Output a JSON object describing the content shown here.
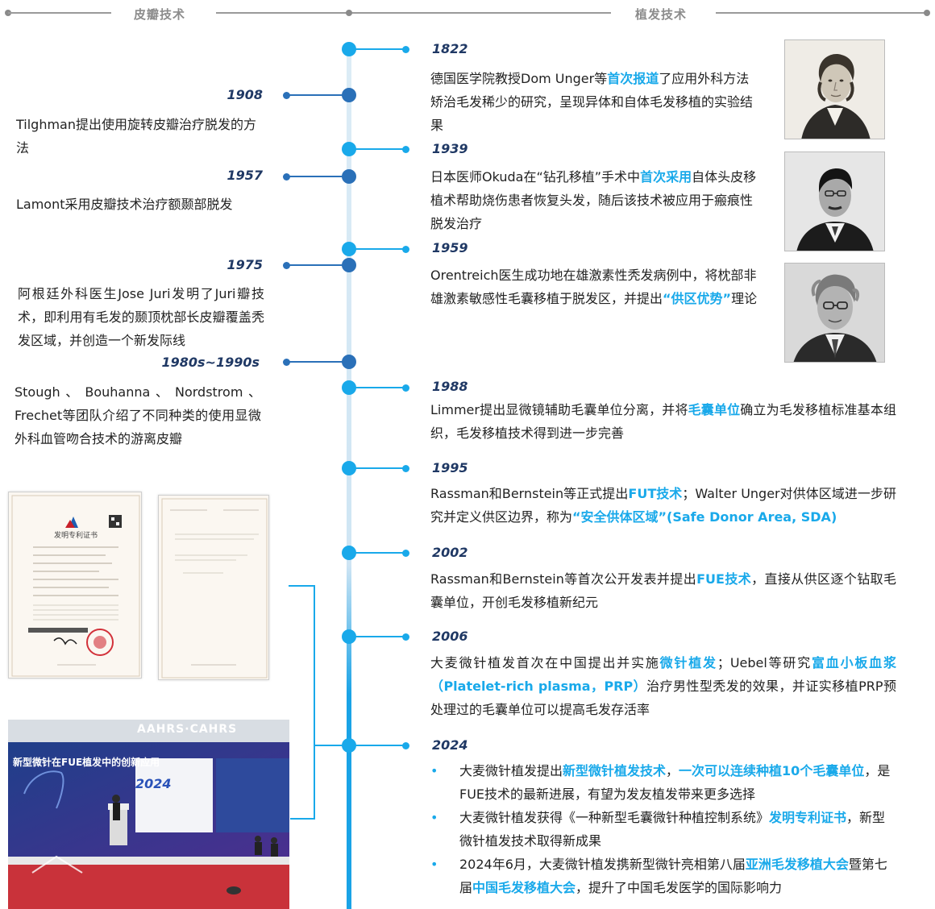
{
  "header": {
    "left_title": "皮瓣技术",
    "right_title": "植发技术"
  },
  "left_timeline": [
    {
      "year": "1908",
      "text": "Tilghman提出使用旋转皮瓣治疗脱发的方法"
    },
    {
      "year": "1957",
      "text": "Lamont采用皮瓣技术治疗额颞部脱发"
    },
    {
      "year": "1975",
      "text": "阿根廷外科医生Jose Juri发明了Juri瓣技术，即利用有毛发的颞顶枕部长皮瓣覆盖秃发区域，并创造一个新发际线"
    },
    {
      "year": "1980s~1990s",
      "text": "Stough 、 Bouhanna 、 Nordstrom 、 Frechet等团队介绍了不同种类的使用显微外科血管吻合技术的游离皮瓣"
    }
  ],
  "right_timeline": {
    "e1822": {
      "year": "1822",
      "t1": "德国医学院教授Dom Unger等",
      "h1": "首次报道",
      "t2": "了应用外科方法矫治毛发稀少的研究，呈现异体和自体毛发移植的实验结果"
    },
    "e1939": {
      "year": "1939",
      "t1": "日本医师Okuda在“钻孔移植”手术中",
      "h1": "首次采用",
      "t2": "自体头皮移植术帮助烧伤患者恢复头发，随后该技术被应用于瘢痕性脱发治疗"
    },
    "e1959": {
      "year": "1959",
      "t1": "Orentreich医生成功地在雄激素性秃发病例中，将枕部非雄激素敏感性毛囊移植于脱发区，并提出",
      "h1": "“供区优势”",
      "t2": "理论"
    },
    "e1988": {
      "year": "1988",
      "t1": "Limmer提出显微镜辅助毛囊单位分离，并将",
      "h1": "毛囊单位",
      "t2": "确立为毛发移植标准基本组织，毛发移植技术得到进一步完善"
    },
    "e1995": {
      "year": "1995",
      "t1": "Rassman和Bernstein等正式提出",
      "h1": "FUT技术",
      "t2": "；Walter Unger对供体区域进一步研究并定义供区边界，称为",
      "h2": "“安全供体区域”(Safe Donor Area, SDA)"
    },
    "e2002": {
      "year": "2002",
      "t1": "Rassman和Bernstein等首次公开发表并提出",
      "h1": "FUE技术",
      "t2": "，直接从供区逐个钻取毛囊单位，开创毛发移植新纪元"
    },
    "e2006": {
      "year": "2006",
      "t1": "大麦微针植发首次在中国提出并实施",
      "h1": "微针植发",
      "t2": "；Uebel等研究",
      "h2": "富血小板血浆（Platelet-rich plasma，PRP）",
      "t3": "治疗男性型秃发的效果，并证实移植PRP预处理过的毛囊单位可以提高毛发存活率"
    },
    "e2024": {
      "year": "2024",
      "bullet": "•",
      "b1": {
        "t1": "大麦微针植发提出",
        "h1": "新型微针植发技术",
        "t2": "，",
        "h2": "一次可以连续种植10个毛囊单位",
        "t3": "，是FUE技术的最新进展，有望为发友植发带来更多选择"
      },
      "b2": {
        "t1": "大麦微针植发获得《一种新型毛囊微针种植控制系统》",
        "h1": "发明专利证书",
        "t2": "，新型微针植发技术取得新成果"
      },
      "b3": {
        "t1": "2024年6月，大麦微针植发携新型微针亮相第八届",
        "h1": "亚洲毛发移植大会",
        "t2": "暨第七届",
        "h2": "中国毛发移植大会",
        "t3": "，提升了中国毛发医学的国际影响力"
      }
    }
  },
  "patent": {
    "title": "发明专利证书"
  },
  "conference": {
    "banner": "新型微针在FUE植发中的创新应用",
    "year": "2024",
    "sign": "AAHRS·CAHRS"
  },
  "colors": {
    "accent": "#19a9ea",
    "dark_node": "#2a70b8",
    "year": "#1f3864"
  }
}
